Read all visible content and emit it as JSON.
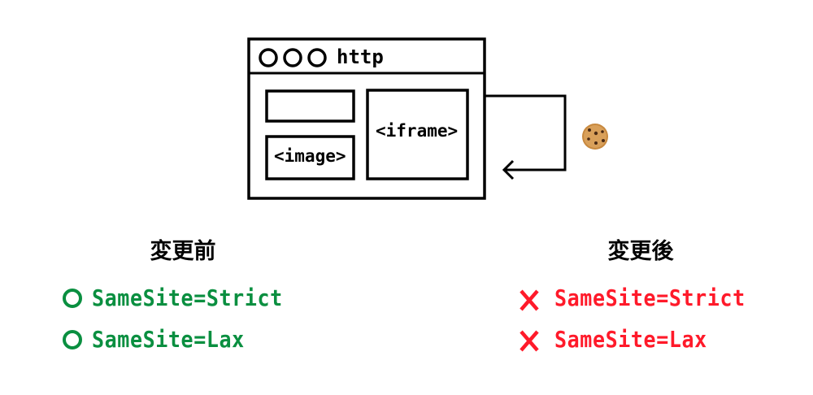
{
  "browser": {
    "address_text": "http",
    "image_label": "<image>",
    "iframe_label": "<iframe>",
    "cookie_icon": "cookie-icon"
  },
  "before": {
    "heading": "変更前",
    "items": [
      {
        "icon": "circle-ok-icon",
        "label": "SameSite=Strict"
      },
      {
        "icon": "circle-ok-icon",
        "label": "SameSite=Lax"
      }
    ]
  },
  "after": {
    "heading": "変更後",
    "items": [
      {
        "icon": "cross-ng-icon",
        "label": "SameSite=Strict"
      },
      {
        "icon": "cross-ng-icon",
        "label": "SameSite=Lax"
      }
    ]
  },
  "colors": {
    "ok": "#0a8f40",
    "ng": "#ff1a2a"
  }
}
